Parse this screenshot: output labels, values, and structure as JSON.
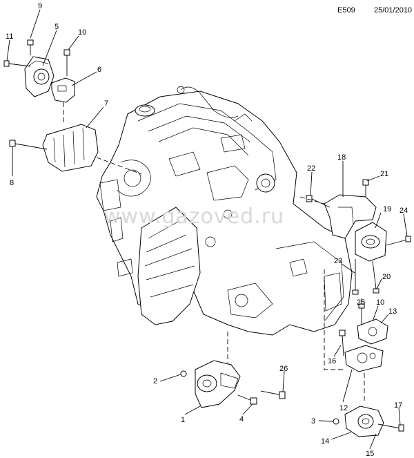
{
  "header": {
    "code": "E509",
    "date": "25/01/2010"
  },
  "watermark": "www.gazoved.ru",
  "callouts": [
    {
      "id": "c9",
      "label": "9"
    },
    {
      "id": "c5",
      "label": "5"
    },
    {
      "id": "c10a",
      "label": "10"
    },
    {
      "id": "c11",
      "label": "11"
    },
    {
      "id": "c6",
      "label": "6"
    },
    {
      "id": "c7",
      "label": "7"
    },
    {
      "id": "c8",
      "label": "8"
    },
    {
      "id": "c18",
      "label": "18"
    },
    {
      "id": "c22",
      "label": "22"
    },
    {
      "id": "c21",
      "label": "21"
    },
    {
      "id": "c19",
      "label": "19"
    },
    {
      "id": "c24",
      "label": "24"
    },
    {
      "id": "c23",
      "label": "23"
    },
    {
      "id": "c20",
      "label": "20"
    },
    {
      "id": "c25",
      "label": "25"
    },
    {
      "id": "c10b",
      "label": "10"
    },
    {
      "id": "c13",
      "label": "13"
    },
    {
      "id": "c16",
      "label": "16"
    },
    {
      "id": "c12",
      "label": "12"
    },
    {
      "id": "c2",
      "label": "2"
    },
    {
      "id": "c26",
      "label": "26"
    },
    {
      "id": "c1",
      "label": "1"
    },
    {
      "id": "c4",
      "label": "4"
    },
    {
      "id": "c17",
      "label": "17"
    },
    {
      "id": "c3",
      "label": "3"
    },
    {
      "id": "c14",
      "label": "14"
    },
    {
      "id": "c15",
      "label": "15"
    }
  ]
}
